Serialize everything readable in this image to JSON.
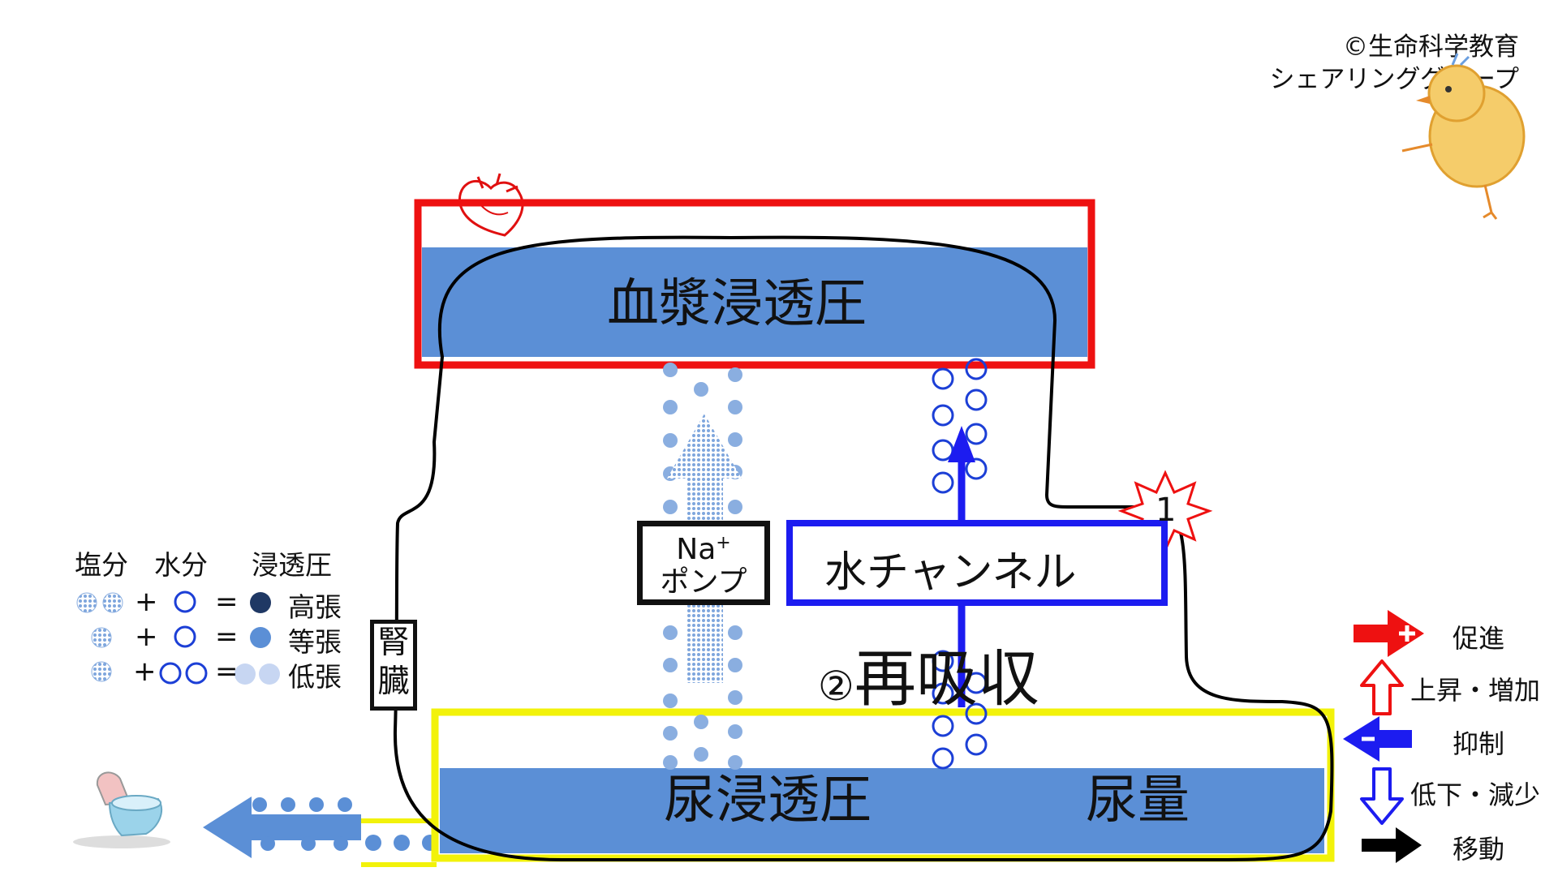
{
  "copyright": {
    "line1": "©生命科学教育",
    "line2": "シェアリンググループ"
  },
  "plasma_label": "血漿浸透圧",
  "urine_osmolality_label": "尿浸透圧",
  "urine_volume_label": "尿量",
  "pump": {
    "line1": "Na",
    "line1_sup": "+",
    "line2": "ポンプ"
  },
  "water_channel_label": "水チャンネル",
  "reabsorption": {
    "number": "②",
    "label": "再吸収"
  },
  "event_badge": "1",
  "kidney": {
    "char1": "腎",
    "char2": "臓"
  },
  "legend_left": {
    "headers": [
      "塩分",
      "水分",
      "浸透圧"
    ],
    "plus": "+",
    "equals": "=",
    "rows": [
      "高張",
      "等張",
      "低張"
    ]
  },
  "legend_right": {
    "items": [
      "促進",
      "上昇・増加",
      "抑制",
      "低下・減少",
      "移動"
    ]
  },
  "colors": {
    "plasma_blue": "#5b8fd6",
    "urine_blue": "#5b8fd6",
    "red_frame": "#ee1111",
    "yellow_frame": "#f2f20a",
    "water_blue": "#1c1cf0",
    "salt_dot": "#8aaee0",
    "hypertonic": "#1f3864",
    "isotonic": "#5b8fd6",
    "hypotonic": "#c7d6f2"
  }
}
